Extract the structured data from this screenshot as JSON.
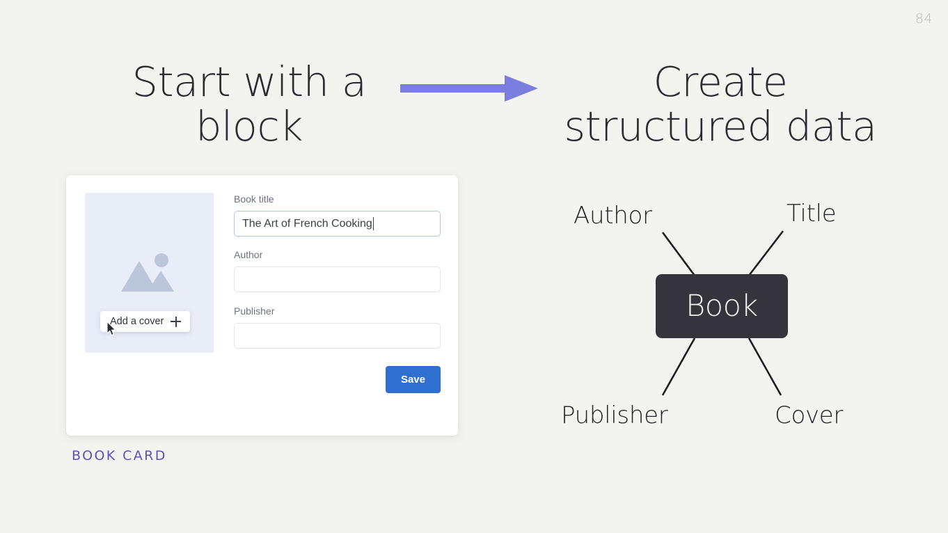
{
  "slide": {
    "page_number": "84",
    "background_color": "#f3f4ef"
  },
  "headings": {
    "left": "Start with a block",
    "right": "Create structured data"
  },
  "arrow": {
    "icon": "arrow-right-icon",
    "color": "#7b7ede"
  },
  "card": {
    "caption": "BOOK CARD",
    "caption_color": "#5b52b5",
    "cover": {
      "placeholder_icon": "image-placeholder-icon",
      "placeholder_color": "#e8edf8",
      "add_cover_label": "Add a cover",
      "add_cover_icon": "plus-icon",
      "cursor_icon": "mouse-cursor-icon"
    },
    "fields": [
      {
        "label": "Book title",
        "value": "The Art of French Cooking",
        "placeholder": "",
        "focused": true
      },
      {
        "label": "Author",
        "value": "",
        "placeholder": "",
        "focused": false
      },
      {
        "label": "Publisher",
        "value": "",
        "placeholder": "",
        "focused": false
      }
    ],
    "save_label": "Save",
    "save_color": "#2f6fd0"
  },
  "diagram": {
    "node_label": "Book",
    "node_color": "#35343c",
    "labels": {
      "author": "Author",
      "title": "Title",
      "publisher": "Publisher",
      "cover": "Cover"
    }
  }
}
